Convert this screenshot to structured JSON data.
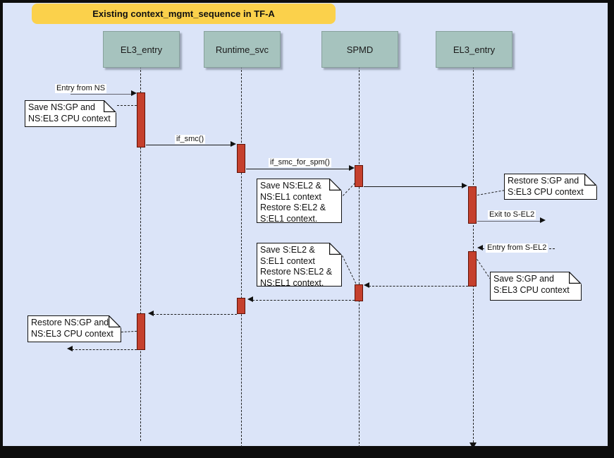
{
  "title": "Existing context_mgmt_sequence in TF-A",
  "lifelines": [
    {
      "label": "EL3_entry"
    },
    {
      "label": "Runtime_svc"
    },
    {
      "label": "SPMD"
    },
    {
      "label": "EL3_entry"
    }
  ],
  "messages": {
    "entry_from_ns": "Entry from NS",
    "if_smc": "if_smc()",
    "if_smc_for_spm": "if_smc_for_spm()",
    "exit_to_sel2": "Exit to S-EL2",
    "entry_from_sel2": "Entry from S-EL2"
  },
  "notes": {
    "save_ns_gp": "Save NS:GP and\nNS:EL3 CPU context",
    "save_ns_el2": "Save NS:EL2 &\nNS:EL1 context\nRestore S:EL2 &\nS:EL1 context.",
    "restore_s_gp": "Restore S:GP and\nS:EL3 CPU context",
    "save_s_gp": "Save S:GP and\nS:EL3 CPU context",
    "save_s_el2": "Save S:EL2 &\nS:EL1 context\nRestore NS:EL2 &\nNS:EL1 context.",
    "restore_ns_gp": "Restore NS:GP and\nNS:EL3 CPU context"
  },
  "colors": {
    "background": "#dbe4f8",
    "title_bg": "#fbd14b",
    "header_bg": "#a6c3be",
    "activation_bar": "#c5402d",
    "note_bg": "#ffffff",
    "gray_line": "#63636d"
  }
}
